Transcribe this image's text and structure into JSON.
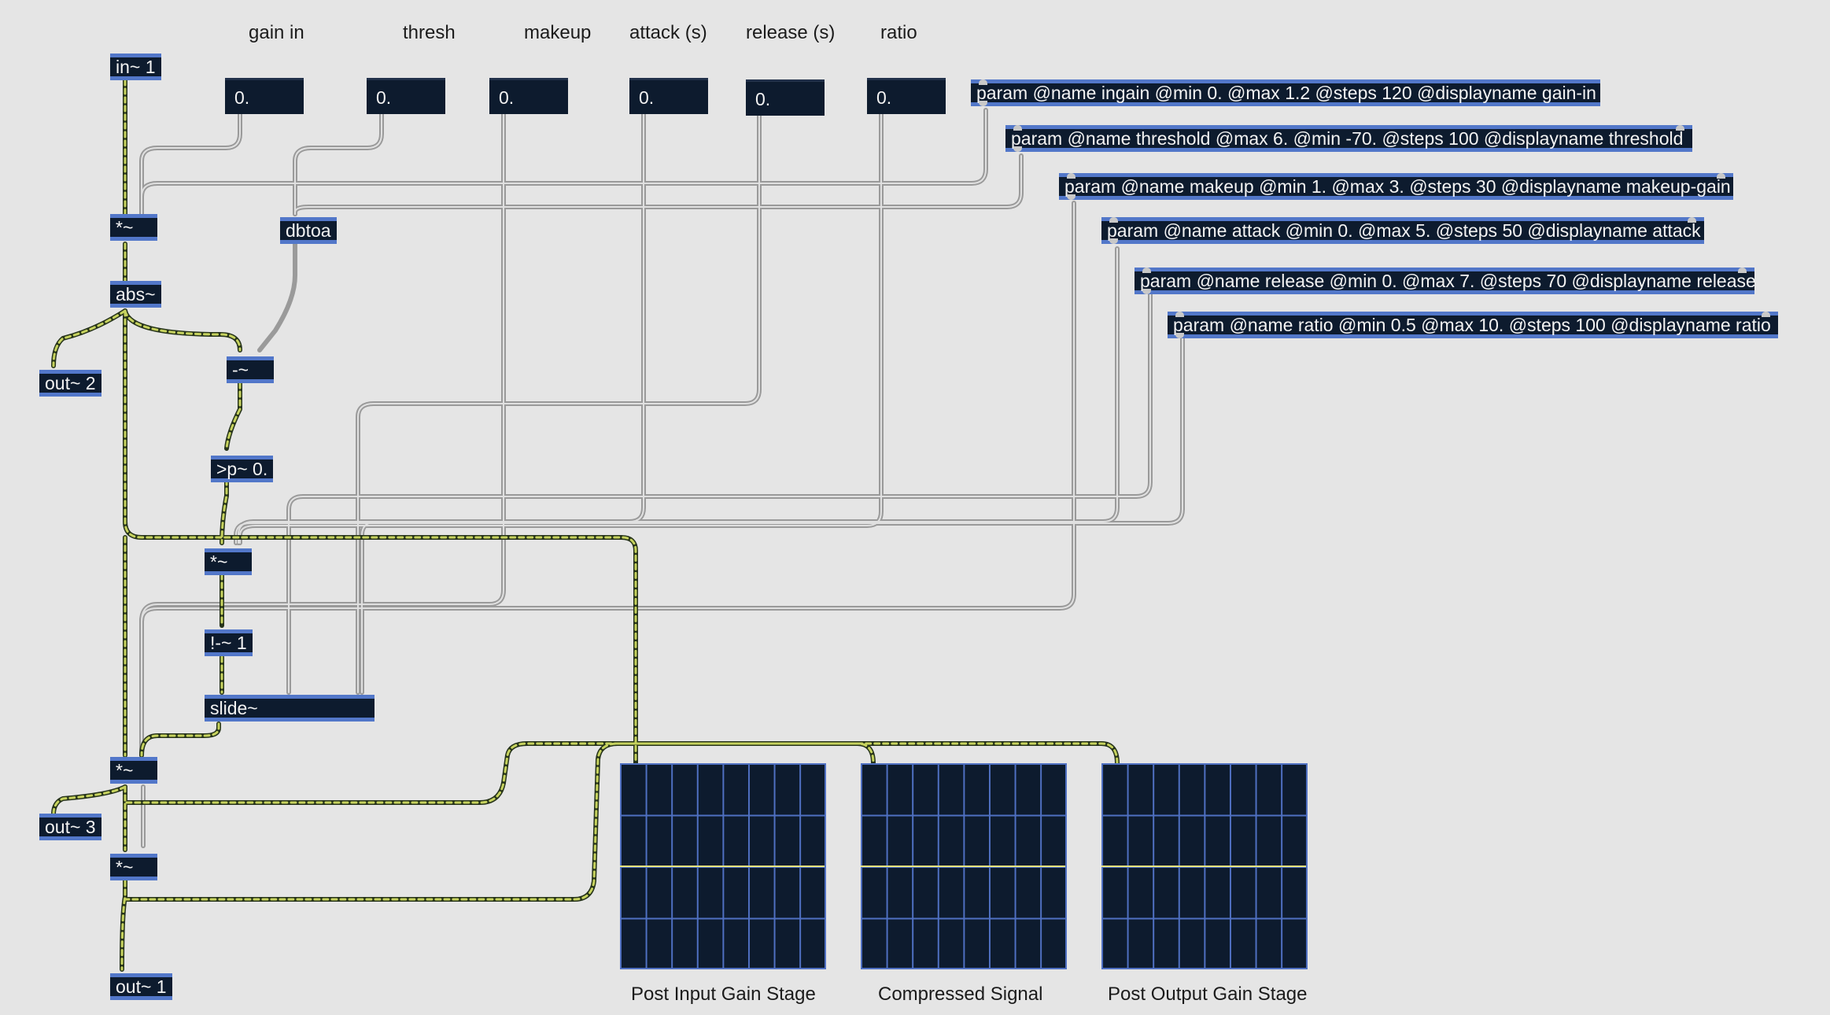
{
  "labels": {
    "gain_in": "gain in",
    "thresh": "thresh",
    "makeup": "makeup",
    "attack": "attack (s)",
    "release": "release (s)",
    "ratio": "ratio"
  },
  "number_boxes": {
    "gain_in": "0.",
    "thresh": "0.",
    "makeup": "0.",
    "attack": "0.",
    "release": "0.",
    "ratio": "0."
  },
  "objects": {
    "in1": "in~ 1",
    "mul_in": "*~",
    "abs": "abs~",
    "out2": "out~ 2",
    "dbtoa": "dbtoa",
    "minus": "-~",
    "gtp": ">p~ 0.",
    "mul_ratio": "*~",
    "rminus": "!-~ 1",
    "slide": "slide~",
    "mul_comp": "*~",
    "out3": "out~ 3",
    "mul_makeup": "*~",
    "out1": "out~ 1"
  },
  "params": {
    "ingain": "param @name ingain @min 0. @max 1.2 @steps 120 @displayname gain-in",
    "threshold": "param @name threshold @max 6. @min -70. @steps 100 @displayname threshold",
    "makeup": "param @name makeup @min 1. @max 3. @steps 30 @displayname makeup-gain",
    "attack": "param @name attack @min 0. @max 5. @steps 50 @displayname attack",
    "release": "param @name release @min 0. @max 7. @steps 70 @displayname release",
    "ratio": "param @name ratio @min 0.5 @max 10. @steps 100 @displayname ratio"
  },
  "scopes": {
    "post_input": "Post Input Gain Stage",
    "compressed": "Compressed Signal",
    "post_output": "Post Output Gain Stage"
  },
  "colors": {
    "canvas": "#e5e5e5",
    "object_bg": "#0d1b2e",
    "object_border": "#5277c9",
    "signal_cord": "#b8c95a",
    "control_cord": "#a8a8a8",
    "scope_trace": "#e6e27a"
  }
}
